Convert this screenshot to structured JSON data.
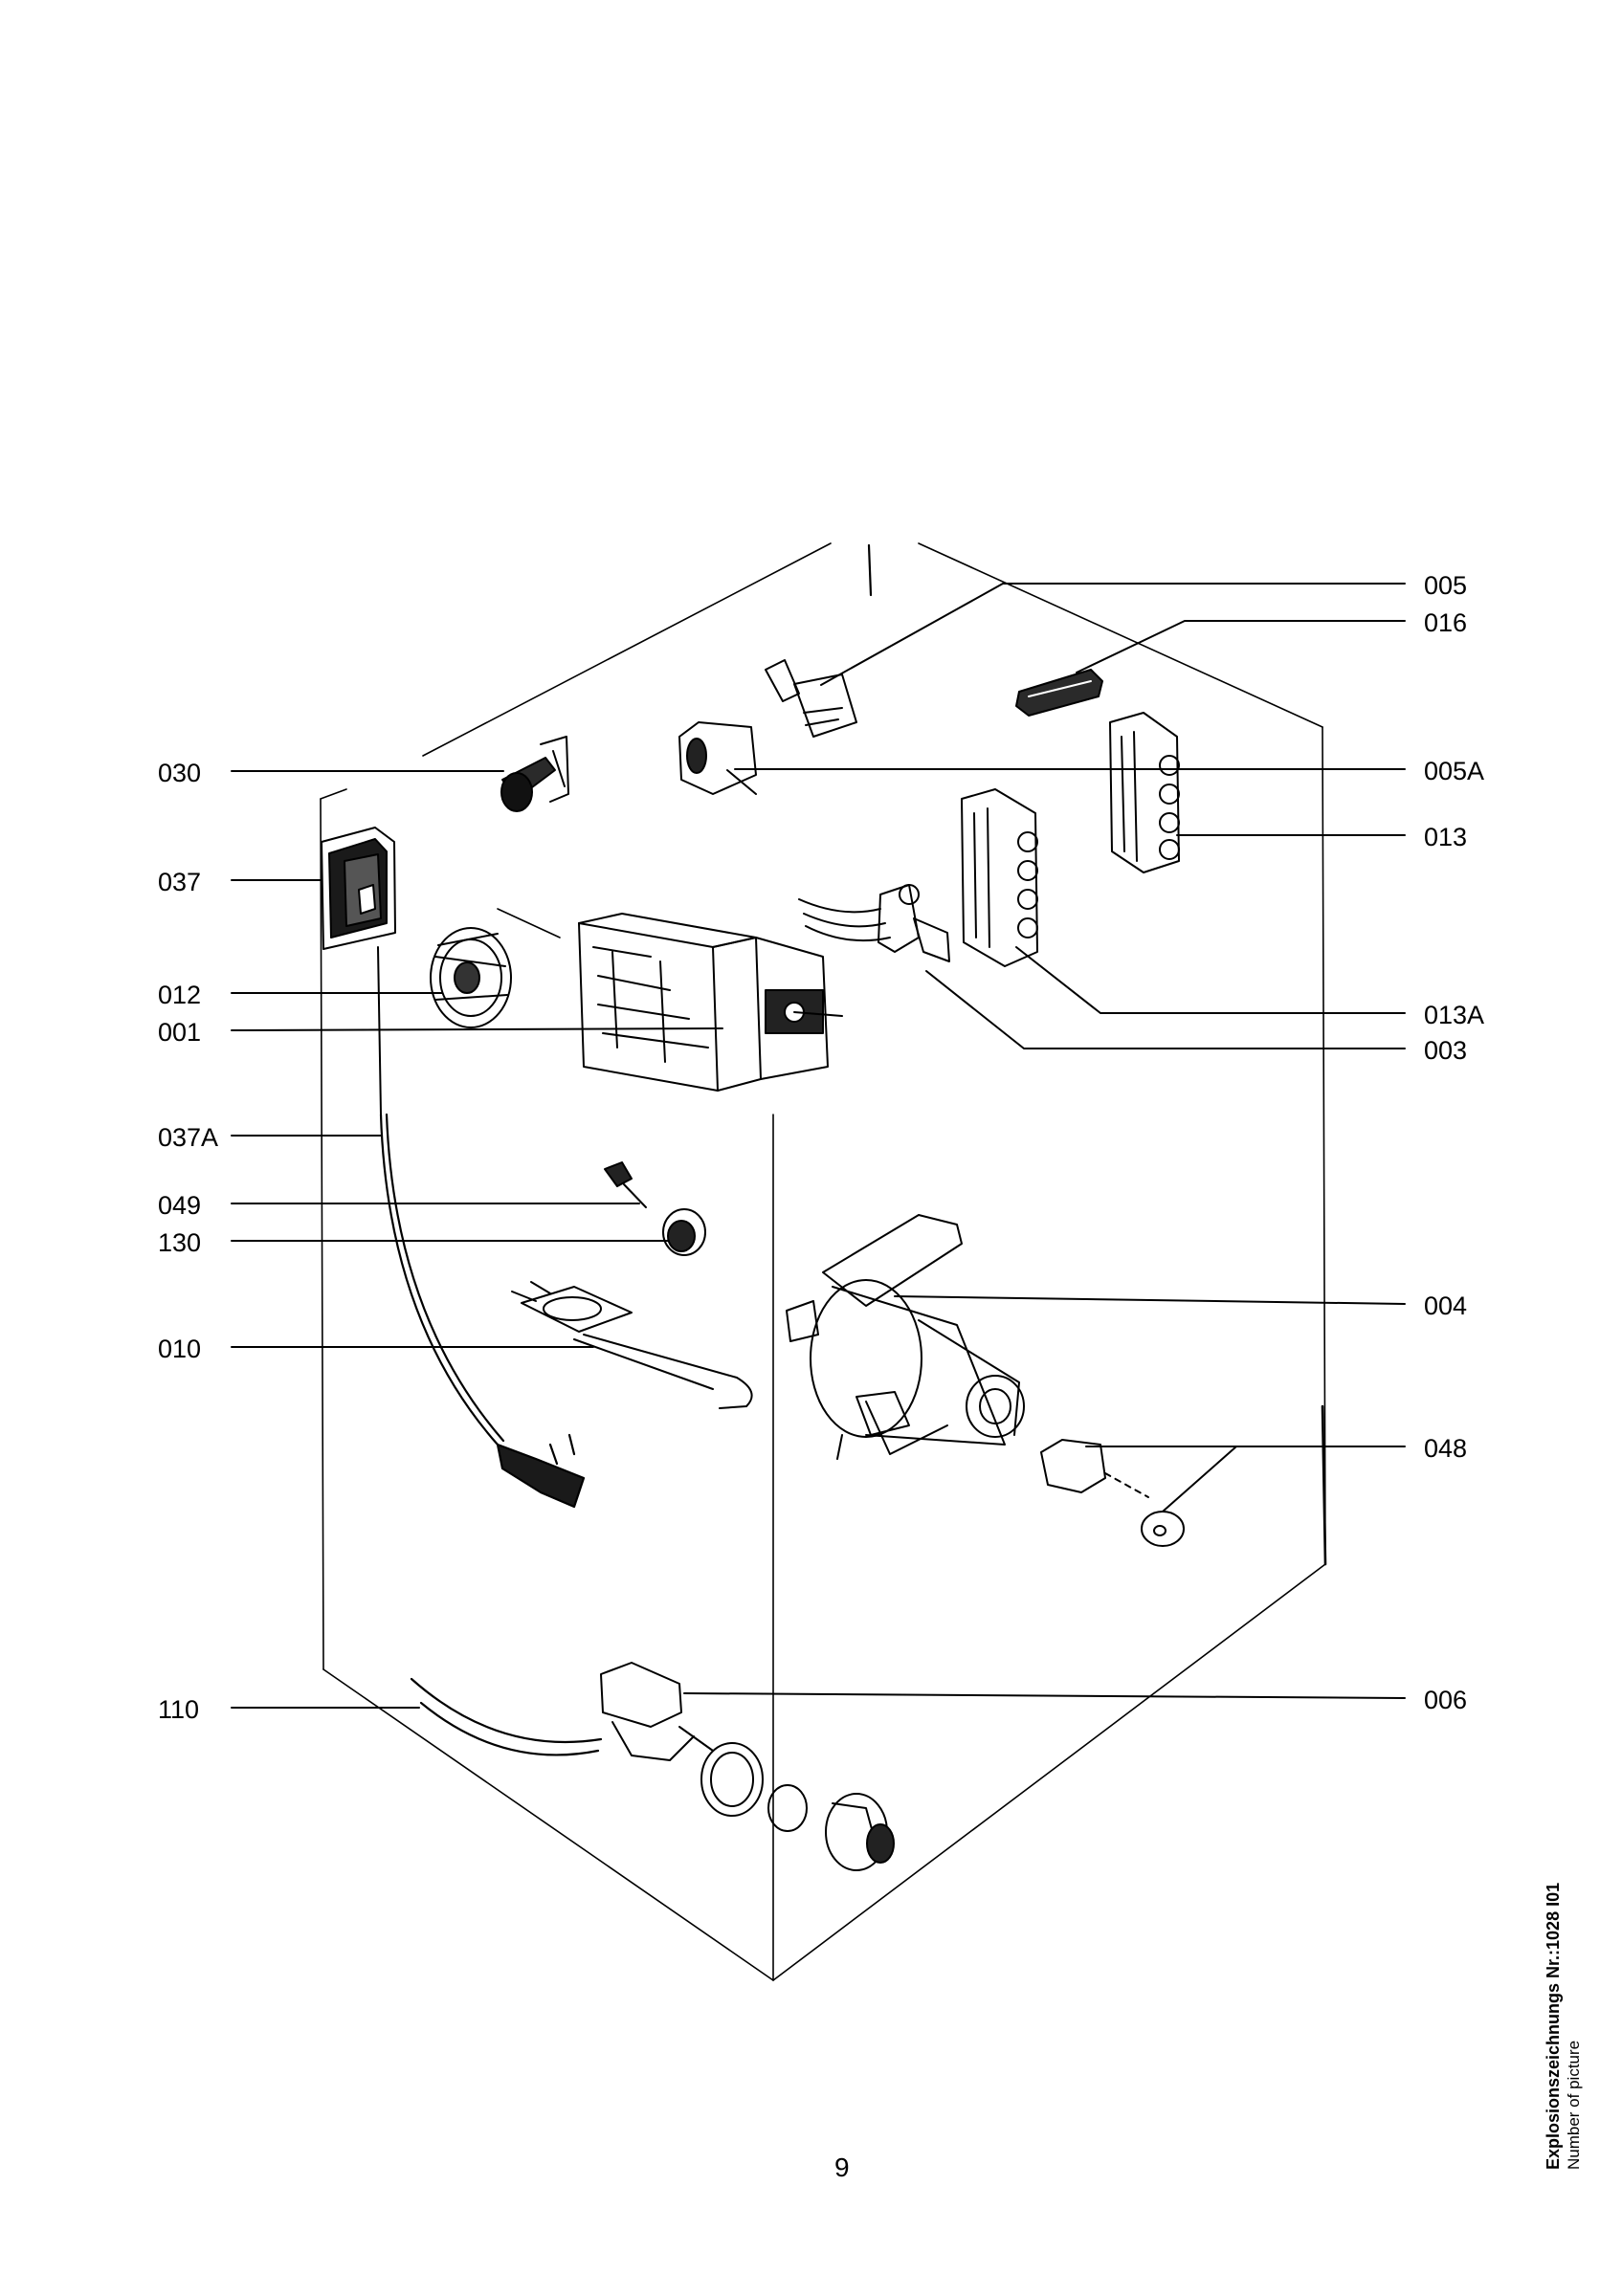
{
  "diagram": {
    "part_labels_left": [
      "030",
      "037",
      "012",
      "001",
      "037A",
      "049",
      "130",
      "010",
      "110"
    ],
    "part_labels_right": [
      "005",
      "016",
      "005A",
      "013",
      "013A",
      "003",
      "004",
      "048",
      "006"
    ]
  },
  "page_number": "9",
  "caption": {
    "title": "Explosionszeichnungs Nr.:1028 I01",
    "subtitle": "Number of picture"
  }
}
